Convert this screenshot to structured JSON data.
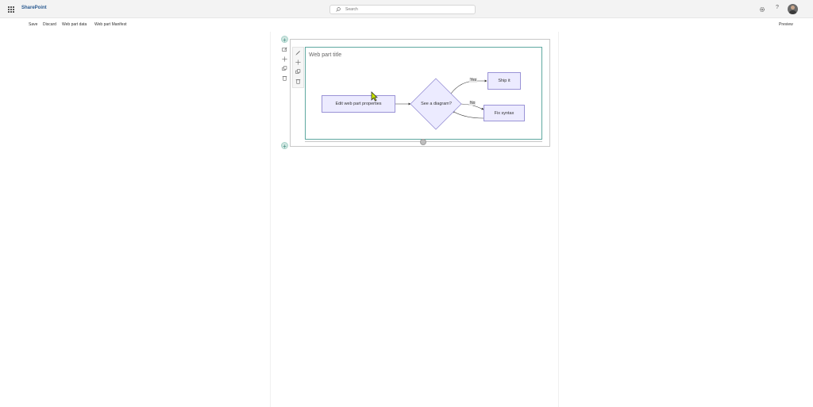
{
  "suite_bar": {
    "brand": "SharePoint",
    "search_placeholder": "Search"
  },
  "command_bar": {
    "save": "Save",
    "discard": "Discard",
    "web_part_data": "Web part data",
    "web_part_manifest": "Web part Manifest",
    "preview": "Preview"
  },
  "web_part": {
    "title": "Web part title"
  },
  "flowchart": {
    "edit_node": "Edit web part properties",
    "decision_node": "See a diagram?",
    "ship_node": "Ship it",
    "fix_node": "Fix syntax",
    "yes_label": "Yes",
    "no_label": "No"
  },
  "colors": {
    "accent": "#5fa8a0",
    "node_fill": "#ecebff",
    "node_border": "#9a93d6",
    "brand": "#2b5b91"
  },
  "icons": [
    "waffle-icon",
    "search-icon",
    "gear-icon",
    "help-icon",
    "avatar",
    "edit-icon",
    "move-icon",
    "duplicate-icon",
    "delete-icon",
    "plus-icon",
    "cursor-icon"
  ]
}
